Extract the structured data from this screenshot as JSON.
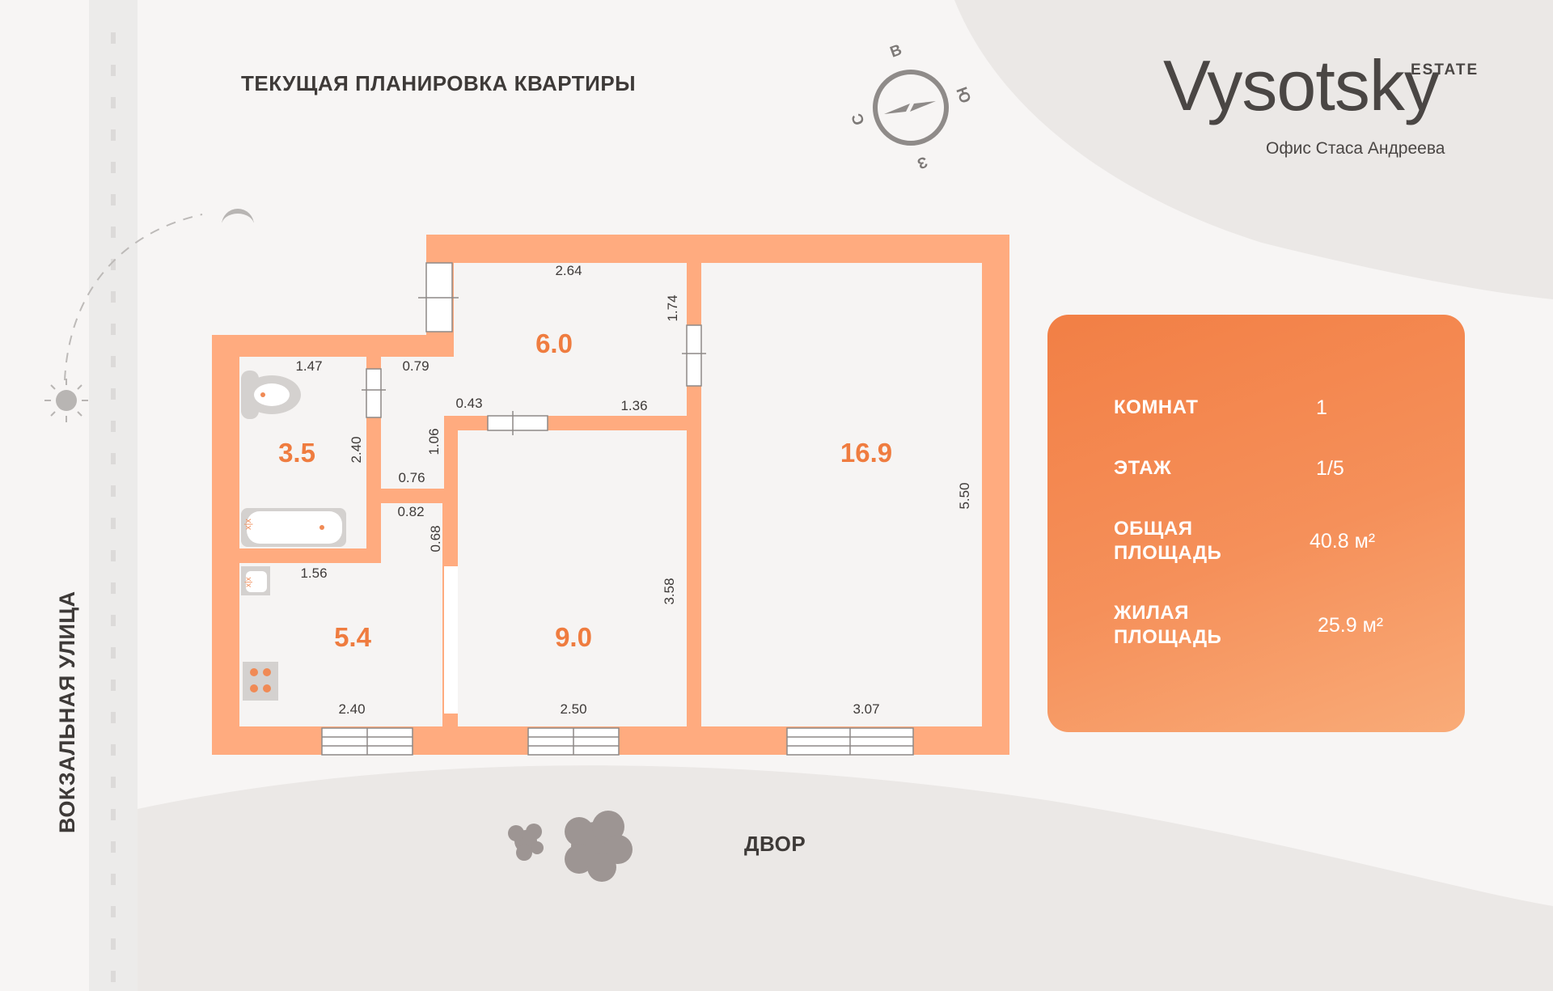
{
  "header": {
    "title": "ТЕКУЩАЯ ПЛАНИРОВКА КВАРТИРЫ",
    "logo_main": "Vysotsky",
    "logo_sub": "ESTATE",
    "office": "Офис Стаса Андреева"
  },
  "compass": {
    "north": "В",
    "east": "Ю",
    "south": "З",
    "west": "С"
  },
  "surroundings": {
    "street": "ВОКЗАЛЬНАЯ УЛИЦА",
    "yard": "ДВОР"
  },
  "info": {
    "rooms_label": "КОМНАТ",
    "rooms_value": "1",
    "floor_label": "ЭТАЖ",
    "floor_value": "1/5",
    "total_label_1": "ОБЩАЯ",
    "total_label_2": "ПЛОЩАДЬ",
    "total_value": "40.8 м²",
    "living_label_1": "ЖИЛАЯ",
    "living_label_2": "ПЛОЩАДЬ",
    "living_value": "25.9 м²"
  },
  "plan": {
    "areas": {
      "hall": "6.0",
      "bathroom": "3.5",
      "kitchen": "5.4",
      "room_small": "9.0",
      "room_big": "16.9"
    },
    "dimensions": {
      "hall_width": "2.64",
      "hall_side": "1.74",
      "bath_width": "1.47",
      "bath_height": "2.40",
      "corridor_top": "0.79",
      "corridor_door": "0.43",
      "hall_bottom": "1.36",
      "corridor_height": "1.06",
      "corridor_bottom": "0.76",
      "kitchen_pass": "0.82",
      "kitchen_pass_height": "0.68",
      "kitchen_top": "1.56",
      "kitchen_bottom": "2.40",
      "room_small_bottom": "2.50",
      "room_small_height": "3.58",
      "room_big_bottom": "3.07",
      "room_big_height": "5.50"
    },
    "colors": {
      "wall": "#ffab7f",
      "accent": "#ef7c3f",
      "floor": "#f6f4f3"
    }
  }
}
